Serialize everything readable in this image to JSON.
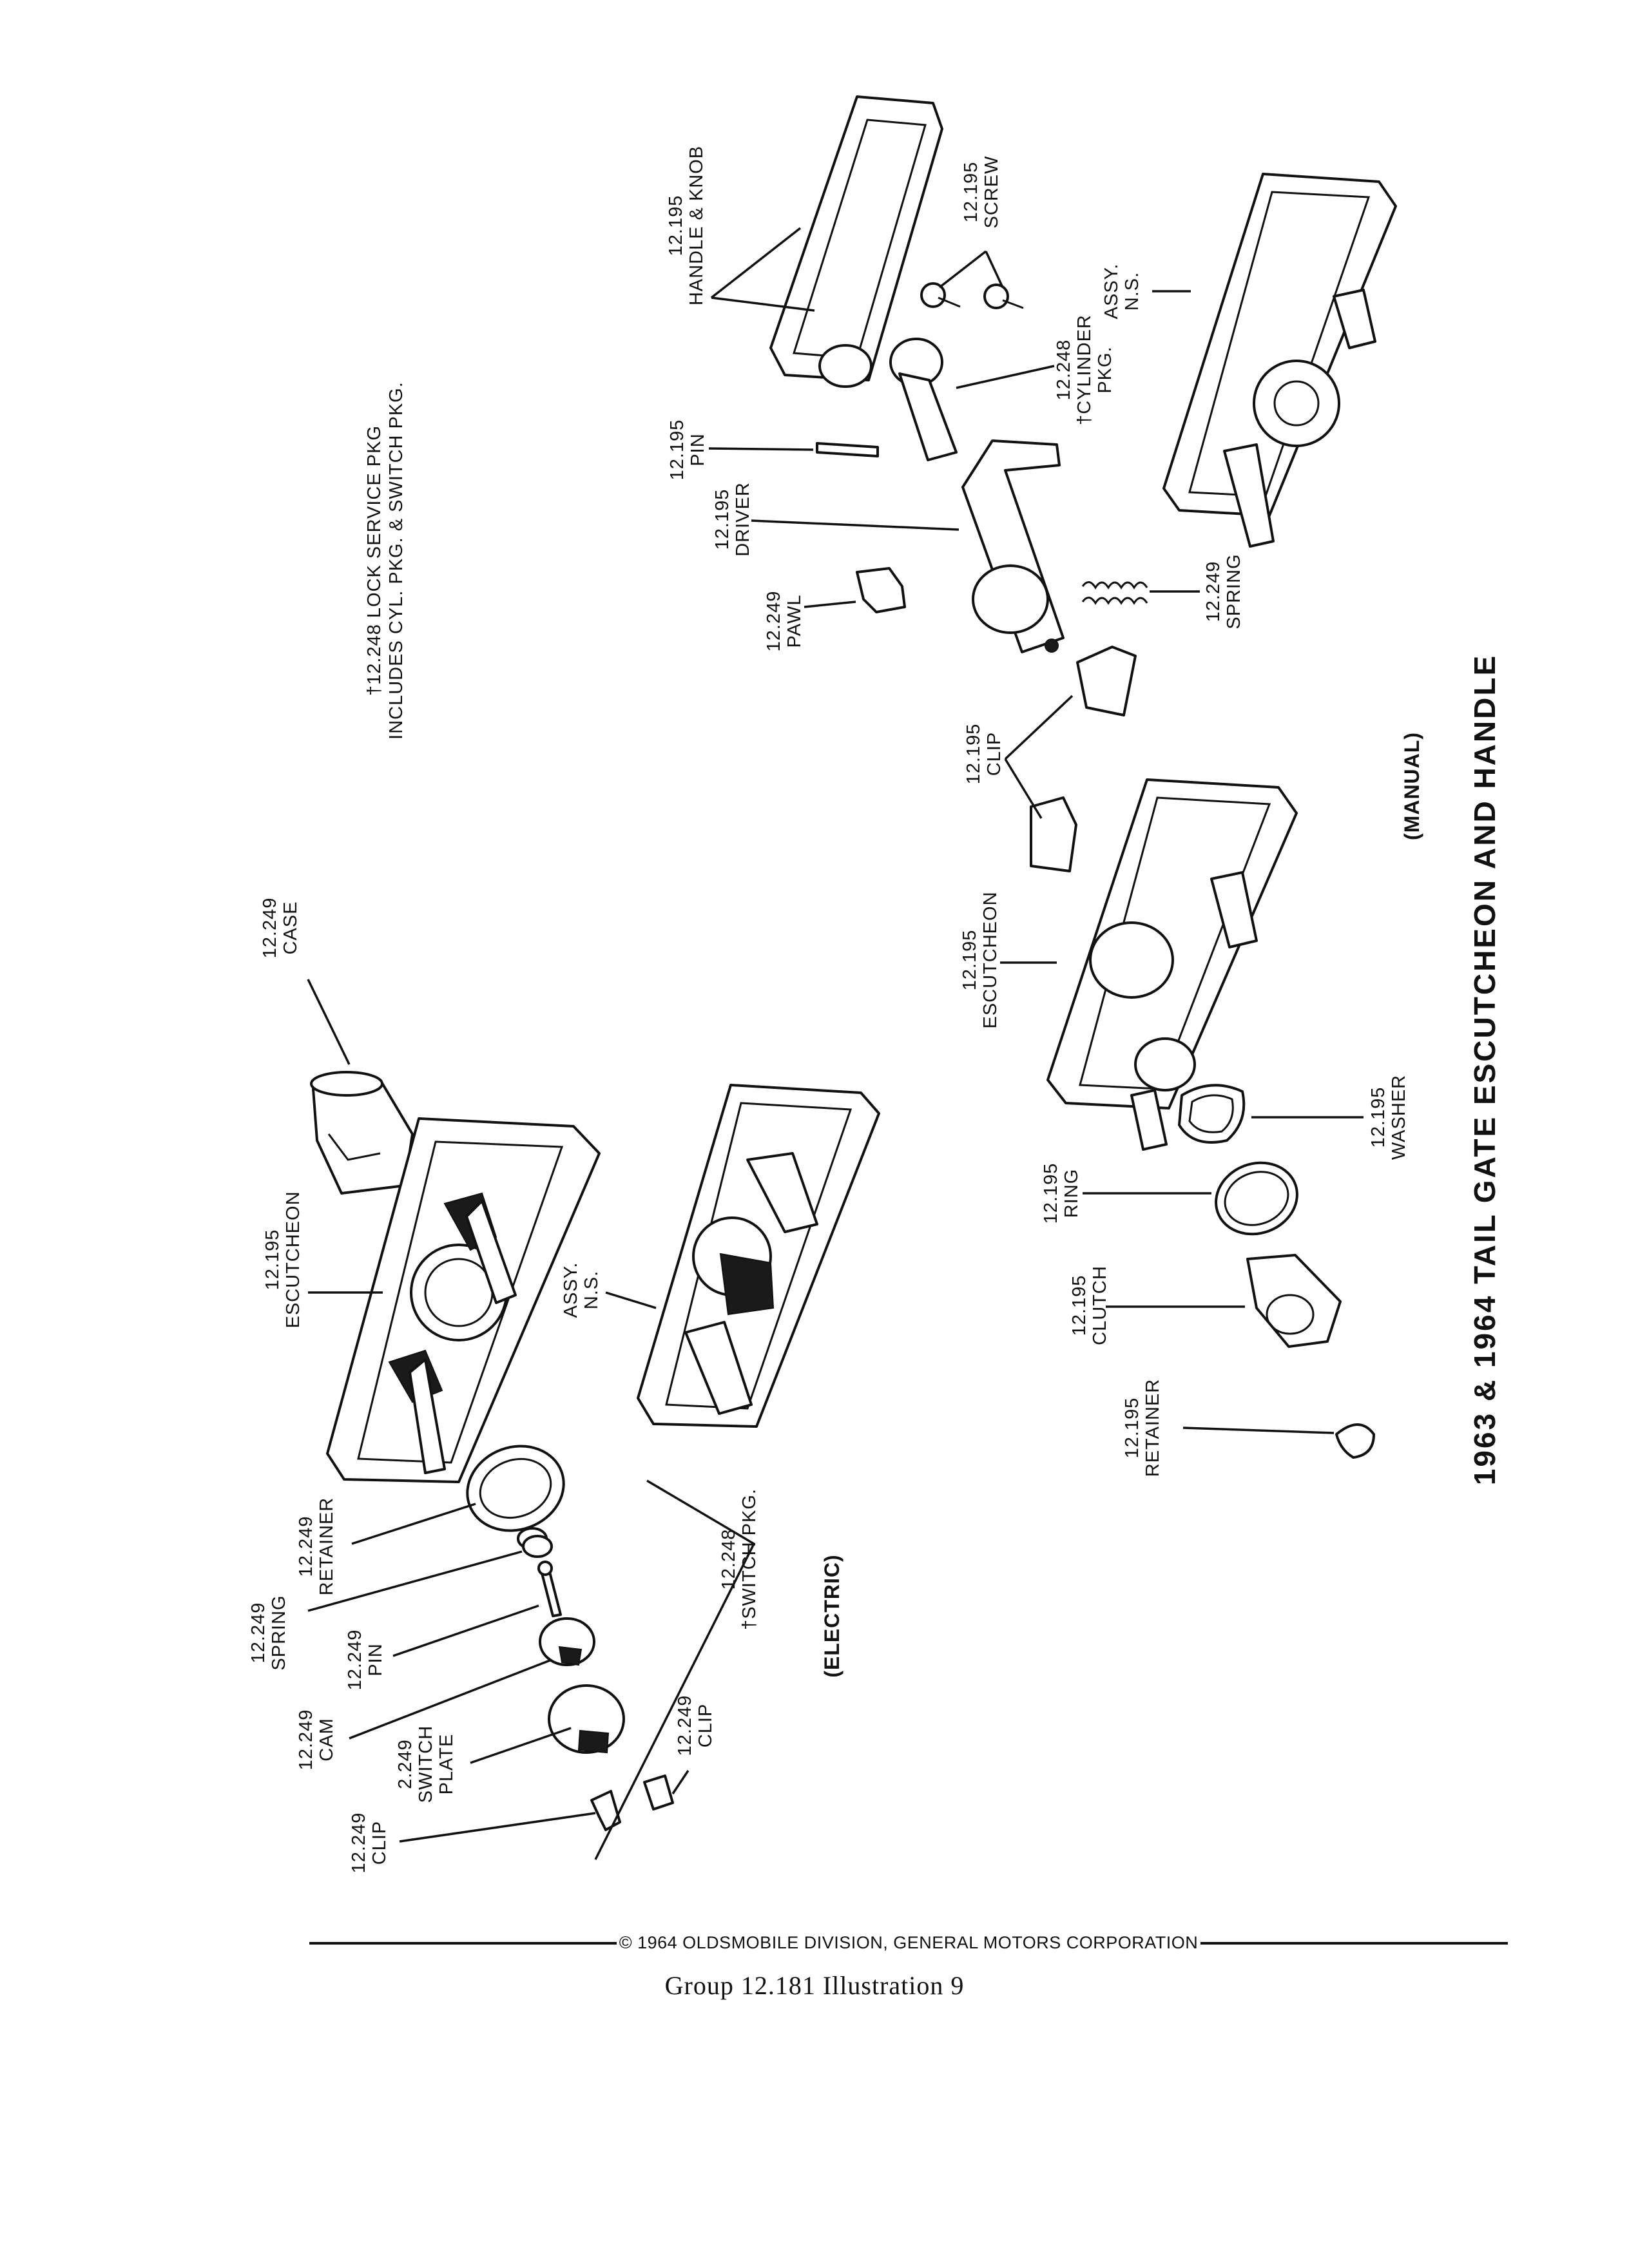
{
  "title": "1963 & 1964 TAIL GATE ESCUTCHEON AND HANDLE",
  "sections": {
    "electric": "(ELECTRIC)",
    "manual": "(MANUAL)"
  },
  "service_note": {
    "line1": "†12.248 LOCK SERVICE PKG",
    "line2": "INCLUDES CYL. PKG. & SWITCH PKG."
  },
  "electric_labels": {
    "case": [
      "12.249",
      "CASE"
    ],
    "escutcheon": [
      "12.195",
      "ESCUTCHEON"
    ],
    "assy": [
      "ASSY.",
      "N.S."
    ],
    "retainer": [
      "12.249",
      "RETAINER"
    ],
    "spring": [
      "12.249",
      "SPRING"
    ],
    "pin": [
      "12.249",
      "PIN"
    ],
    "cam": [
      "12.249",
      "CAM"
    ],
    "switch_plate": [
      "2.249",
      "SWITCH",
      "PLATE"
    ],
    "clip_upper": [
      "12.249",
      "CLIP"
    ],
    "clip_lower": [
      "12.249",
      "CLIP"
    ],
    "switch_pkg": [
      "12.248",
      "†SWITCH PKG."
    ]
  },
  "manual_labels": {
    "handle_knob": [
      "12.195",
      "HANDLE & KNOB"
    ],
    "screw": [
      "12.195",
      "SCREW"
    ],
    "cylinder": [
      "12.248",
      "†CYLINDER",
      "PKG."
    ],
    "pin": [
      "12.195",
      "PIN"
    ],
    "driver": [
      "12.195",
      "DRIVER"
    ],
    "pawl": [
      "12.249",
      "PAWL"
    ],
    "spring": [
      "12.249",
      "SPRING"
    ],
    "assy": [
      "ASSY.",
      "N.S."
    ],
    "clip": [
      "12.195",
      "CLIP"
    ],
    "escutcheon": [
      "12.195",
      "ESCUTCHEON"
    ],
    "washer": [
      "12.195",
      "WASHER"
    ],
    "ring": [
      "12.195",
      "RING"
    ],
    "clutch": [
      "12.195",
      "CLUTCH"
    ],
    "retainer": [
      "12.195",
      "RETAINER"
    ]
  },
  "footer": {
    "copyright": "© 1964 OLDSMOBILE DIVISION, GENERAL MOTORS CORPORATION",
    "caption": "Group 12.181 Illustration 9"
  }
}
